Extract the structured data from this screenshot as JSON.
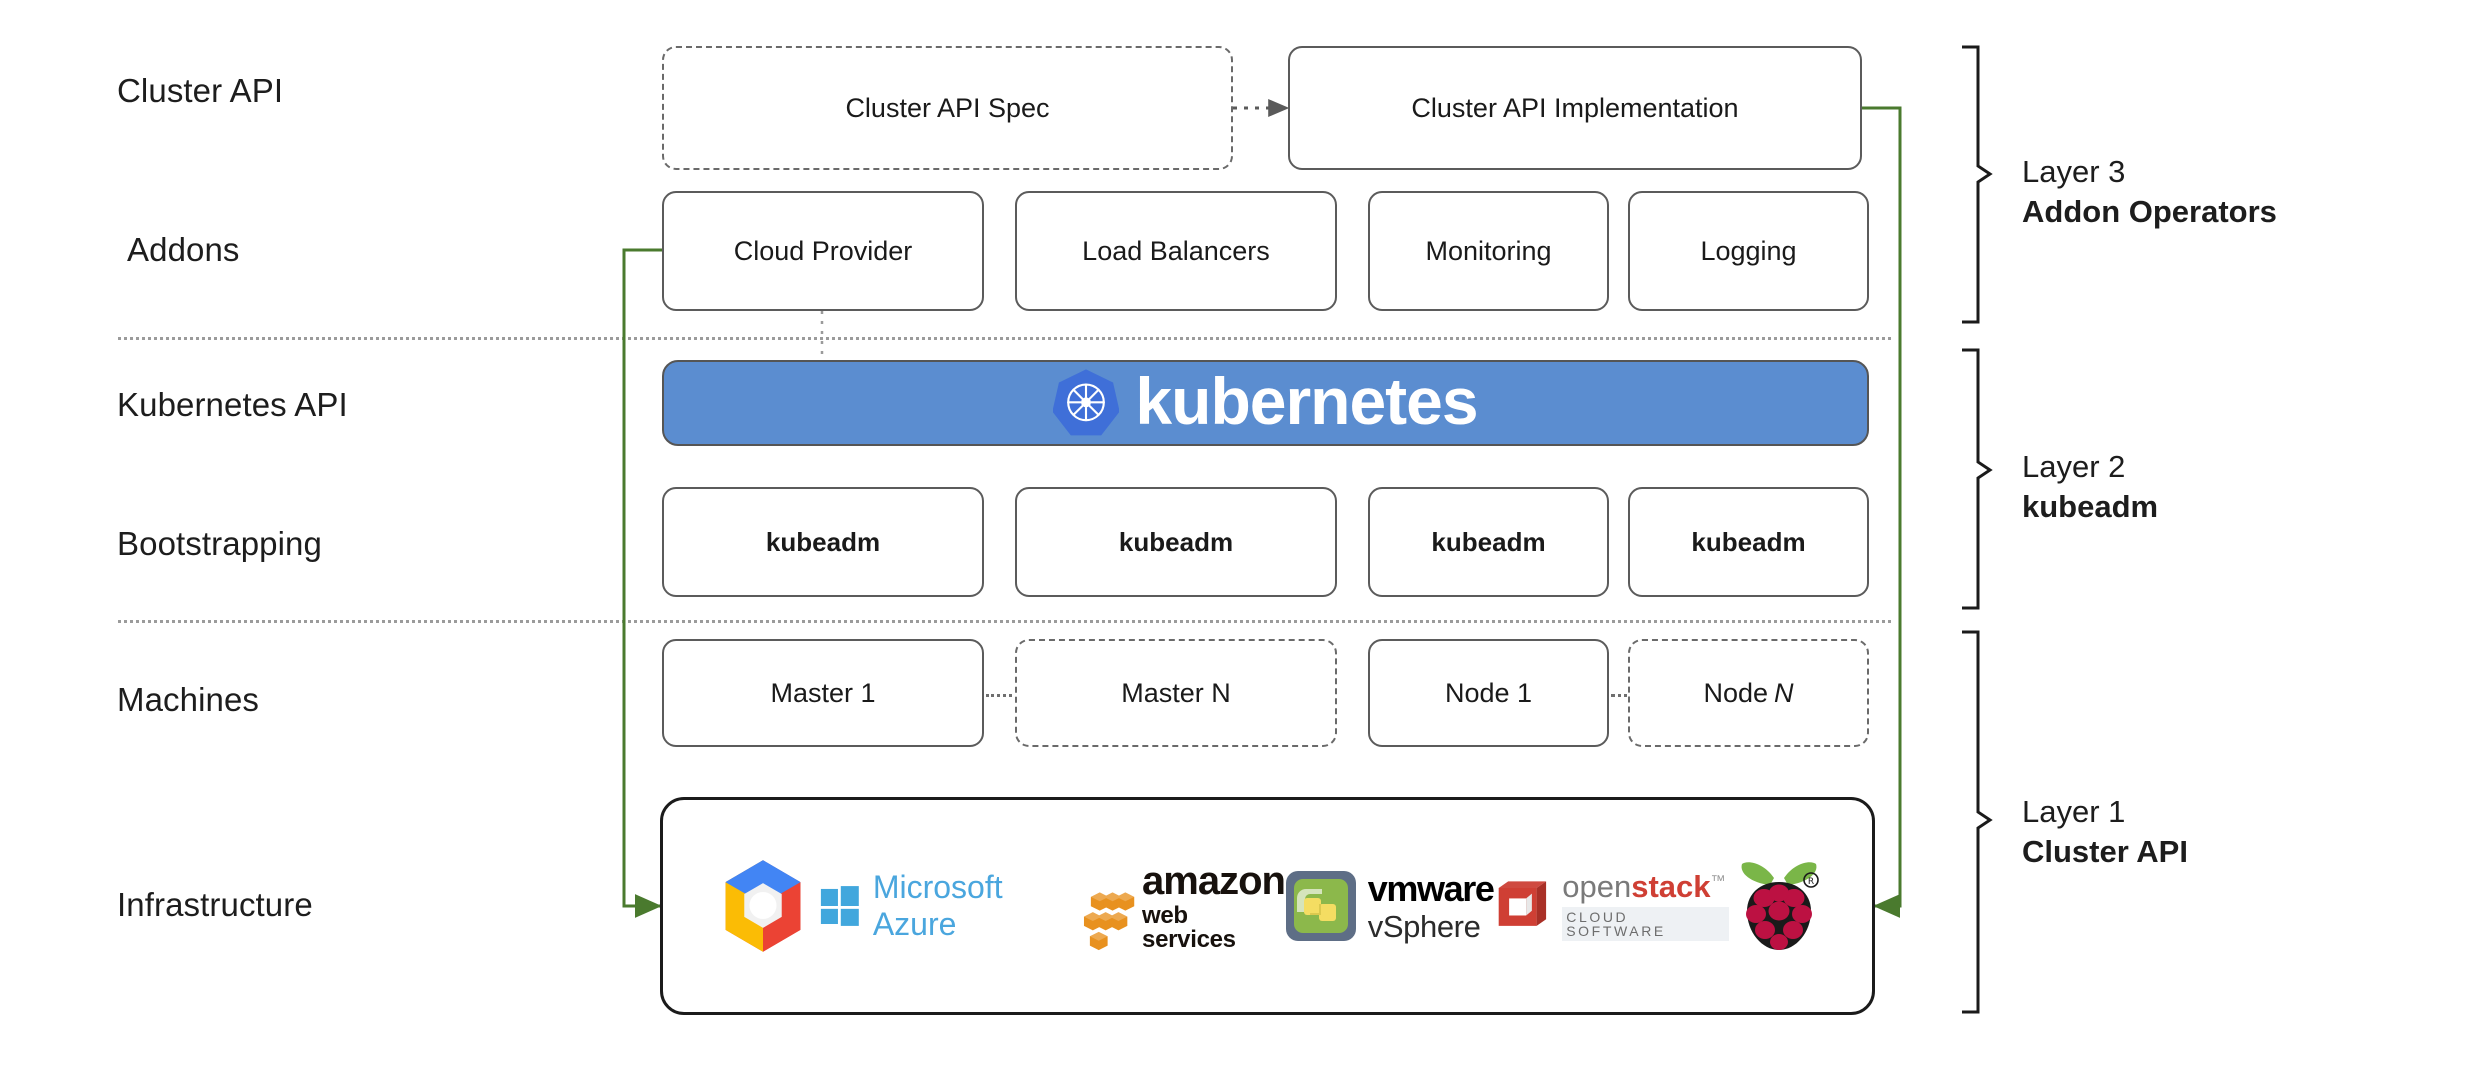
{
  "rows": [
    {
      "label": "Cluster API"
    },
    {
      "label": "Addons"
    },
    {
      "label": "Kubernetes API"
    },
    {
      "label": "Bootstrapping"
    },
    {
      "label": "Machines"
    },
    {
      "label": "Infrastructure"
    }
  ],
  "cluster_api_row": {
    "spec": {
      "label": "Cluster API Spec",
      "style": "dashed"
    },
    "implementation": {
      "label": "Cluster API Implementation",
      "style": "solid"
    },
    "connector": {
      "kind": "dotted-arrow",
      "from": "spec",
      "to": "implementation"
    }
  },
  "addons_row": {
    "boxes": [
      {
        "label": "Cloud Provider"
      },
      {
        "label": "Load Balancers"
      },
      {
        "label": "Monitoring"
      },
      {
        "label": "Logging"
      }
    ]
  },
  "kubernetes_banner": {
    "wordmark": "kubernetes",
    "icon": "kubernetes-helm-wheel-icon",
    "background_color": "#5b8dd0",
    "logo_color": "#3f6fd8",
    "text_color": "#ffffff"
  },
  "bootstrapping_row": {
    "boxes": [
      {
        "label": "kubeadm"
      },
      {
        "label": "kubeadm"
      },
      {
        "label": "kubeadm"
      },
      {
        "label": "kubeadm"
      }
    ]
  },
  "machines_row": {
    "boxes": [
      {
        "label": "Master 1",
        "italic_suffix": "",
        "style": "solid"
      },
      {
        "label": "Master N",
        "italic_suffix": "",
        "style": "dashed"
      },
      {
        "label": "Node 1",
        "italic_suffix": "",
        "style": "solid"
      },
      {
        "label": "Node",
        "italic_suffix": "N",
        "style": "dashed"
      }
    ]
  },
  "infrastructure_row": {
    "logos": [
      {
        "name": "google-cloud-platform-logo",
        "alt": "Google Cloud Platform"
      },
      {
        "name": "microsoft-azure-logo",
        "alt": "Microsoft Azure",
        "text": "Microsoft Azure"
      },
      {
        "name": "amazon-web-services-logo",
        "alt": "amazon web services",
        "text_top": "amazon",
        "text_bottom": "web services"
      },
      {
        "name": "vmware-vsphere-logo",
        "alt": "vmware vSphere",
        "text_top": "vmware",
        "text_bottom": "vSphere"
      },
      {
        "name": "openstack-logo",
        "alt": "openstack CLOUD SOFTWARE",
        "text_top": "openstack",
        "text_bottom": "CLOUD SOFTWARE"
      },
      {
        "name": "raspberry-pi-logo",
        "alt": "Raspberry Pi"
      }
    ]
  },
  "layers": [
    {
      "number": "Layer 3",
      "name": "Addon Operators"
    },
    {
      "number": "Layer 2",
      "name": "kubeadm"
    },
    {
      "number": "Layer 1",
      "name": "Cluster API"
    }
  ],
  "colors": {
    "connector_green": "#4a7a2e",
    "box_border": "#5b5b5b",
    "dashed_border": "#6a6a6a",
    "divider": "#9b9b9b",
    "infra_border": "#1b1b1b",
    "k8s_blue": "#5b8dd0"
  }
}
